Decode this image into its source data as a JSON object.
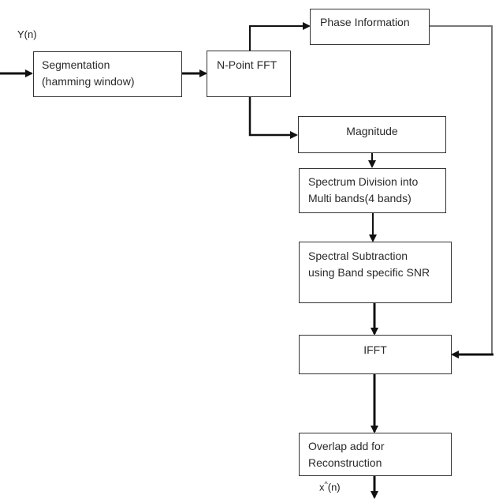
{
  "diagram": {
    "input_label": "Y(n)",
    "output_label": "x^(n)",
    "output_label_base": "x",
    "output_label_hat": "^",
    "output_label_arg": "(n)",
    "blocks": {
      "segmentation": {
        "line1": "Segmentation",
        "line2": "(hamming window)"
      },
      "fft": {
        "line1": "N-Point FFT"
      },
      "phase": {
        "line1": "Phase Information"
      },
      "magnitude": {
        "line1": "Magnitude"
      },
      "spectrum_division": {
        "line1": "Spectrum Division into",
        "line2": "Multi bands(4 bands)"
      },
      "spectral_subtraction": {
        "line1": "Spectral Subtraction",
        "line2": "using Band specific SNR"
      },
      "ifft": {
        "line1": "IFFT"
      },
      "overlap_add": {
        "line1": "Overlap add for",
        "line2": "Reconstruction"
      }
    },
    "edges": [
      {
        "from": "input",
        "to": "segmentation"
      },
      {
        "from": "segmentation",
        "to": "fft"
      },
      {
        "from": "fft",
        "to": "phase"
      },
      {
        "from": "fft",
        "to": "magnitude"
      },
      {
        "from": "magnitude",
        "to": "spectrum_division"
      },
      {
        "from": "spectrum_division",
        "to": "spectral_subtraction"
      },
      {
        "from": "spectral_subtraction",
        "to": "ifft"
      },
      {
        "from": "phase",
        "to": "ifft"
      },
      {
        "from": "ifft",
        "to": "overlap_add"
      },
      {
        "from": "overlap_add",
        "to": "output"
      }
    ]
  }
}
